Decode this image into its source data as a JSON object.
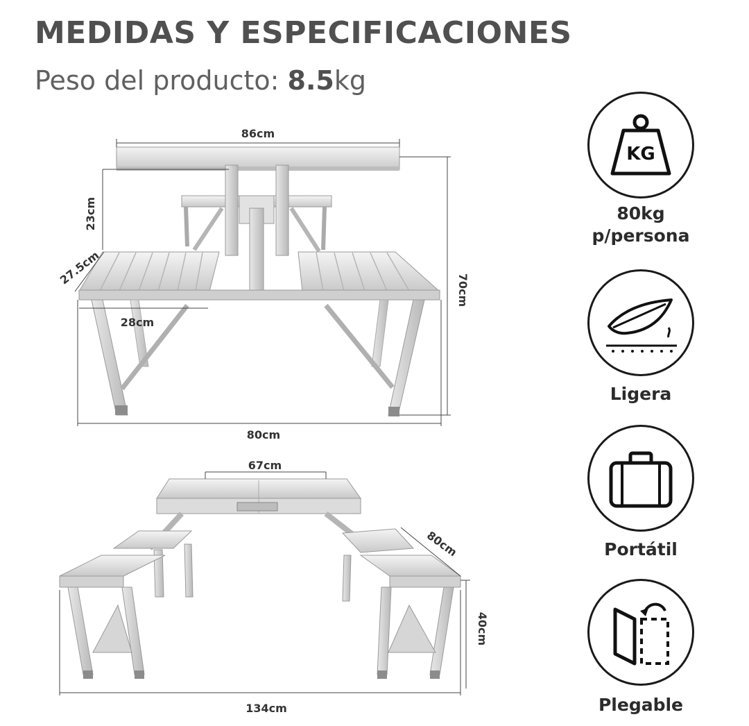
{
  "header": {
    "title": "MEDIDAS Y ESPECIFICACIONES",
    "weight_prefix": "Peso del producto: ",
    "weight_value": "8.5",
    "weight_unit": "kg"
  },
  "dimensions_top": {
    "table_width": "86cm",
    "height_gap": "23cm",
    "seat_depth": "27.5cm",
    "seat_width": "28cm",
    "total_height": "70cm",
    "base_width": "80cm"
  },
  "dimensions_bottom": {
    "table_width": "67cm",
    "depth": "80cm",
    "seat_height": "40cm",
    "total_width": "134cm"
  },
  "features": [
    {
      "icon": "kg-weight-icon",
      "line1": "80kg",
      "line2": "p/persona"
    },
    {
      "icon": "feather-icon",
      "line1": "Ligera",
      "line2": ""
    },
    {
      "icon": "suitcase-icon",
      "line1": "Portátil",
      "line2": ""
    },
    {
      "icon": "fold-icon",
      "line1": "Plegable",
      "line2": ""
    }
  ],
  "colors": {
    "metal": "#d8d8d8",
    "metal_dark": "#a8a8a8",
    "text": "#505050"
  }
}
